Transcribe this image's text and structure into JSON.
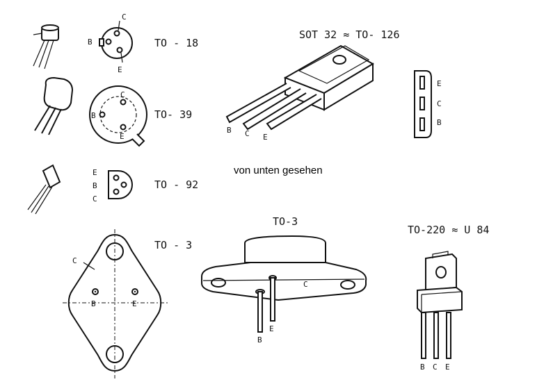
{
  "packages": {
    "to18": {
      "name": "TO - 18",
      "pins": {
        "c": "C",
        "b": "B",
        "e": "E"
      }
    },
    "to39": {
      "name": "TO- 39",
      "pins": {
        "c": "C",
        "b": "B",
        "e": "E"
      }
    },
    "to92": {
      "name": "TO - 92",
      "pins": {
        "e": "E",
        "b": "B",
        "c": "C"
      }
    },
    "to3_flat": {
      "name": "TO - 3",
      "pins": {
        "c": "C",
        "b": "B",
        "e": "E"
      }
    },
    "sot32": {
      "name": "SOT 32 ≈ TO- 126",
      "pins": {
        "b": "B",
        "c": "C",
        "e": "E"
      },
      "side_pins": {
        "e": "E",
        "c": "C",
        "b": "B"
      }
    },
    "to3_3d": {
      "name": "TO-3",
      "pins": {
        "c": "C",
        "b": "B",
        "e": "E"
      }
    },
    "to220": {
      "name": "TO-220 ≈ U 84",
      "pins": {
        "b": "B",
        "c": "C",
        "e": "E"
      }
    }
  },
  "caption": "von unten gesehen"
}
